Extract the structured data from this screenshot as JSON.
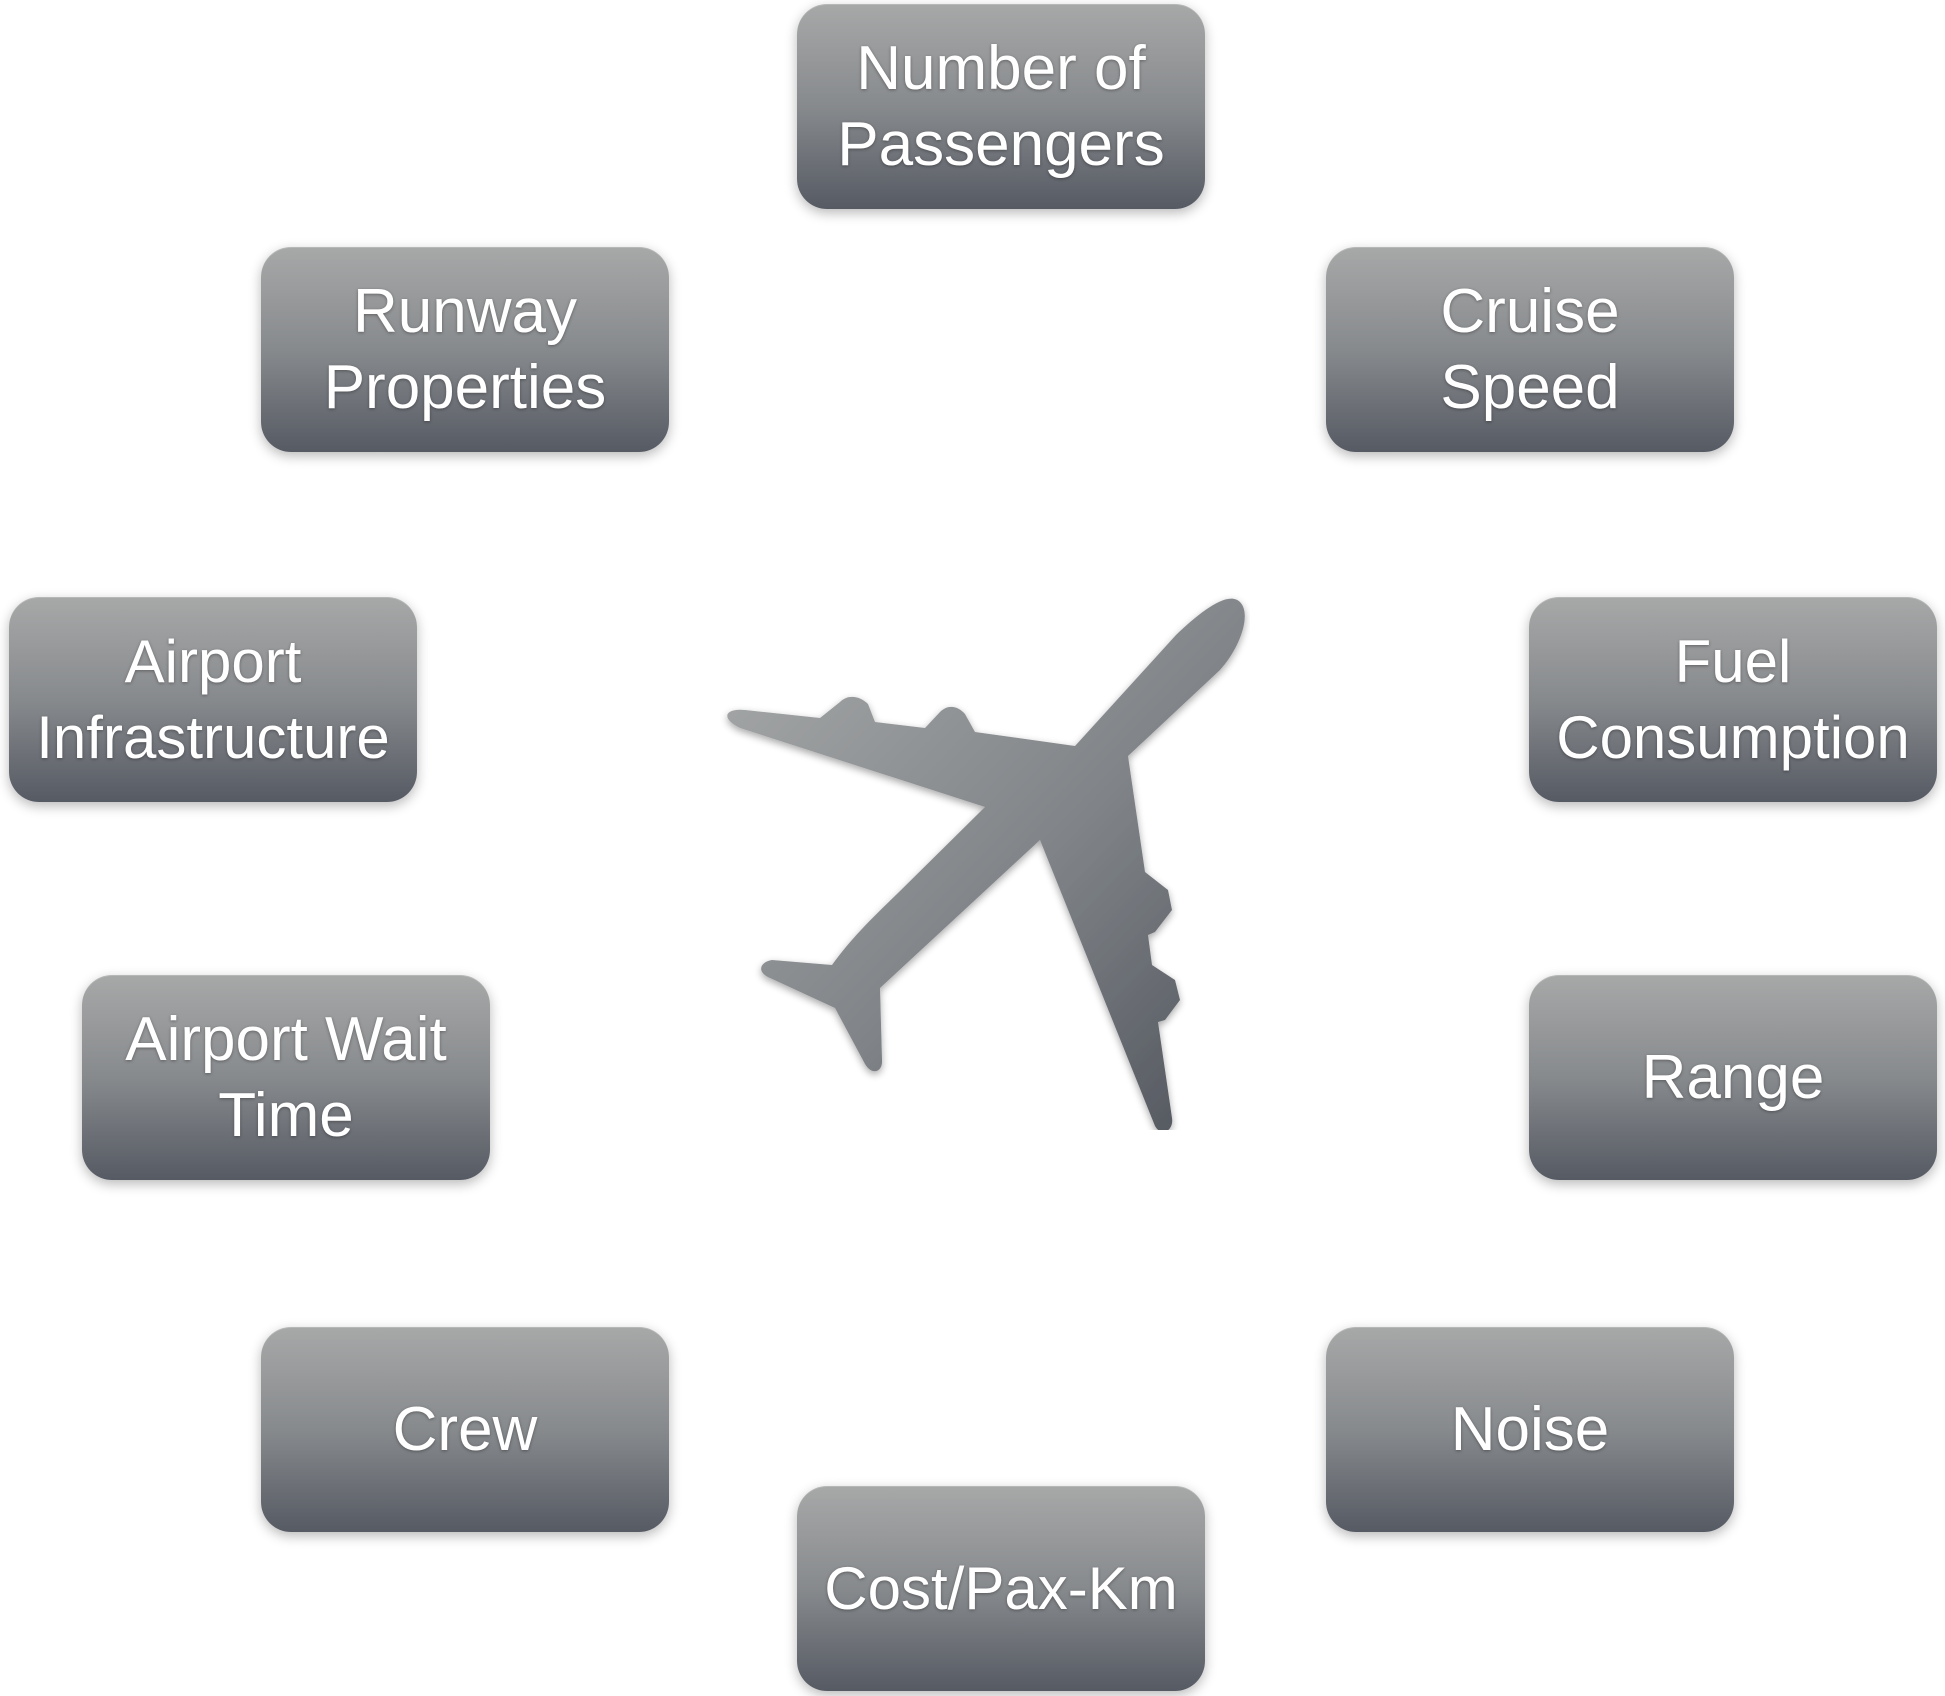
{
  "center": {
    "icon": "airplane-icon"
  },
  "nodes": [
    {
      "id": "passengers",
      "label": "Number of\nPassengers"
    },
    {
      "id": "cruise",
      "label": "Cruise\nSpeed"
    },
    {
      "id": "fuel",
      "label": "Fuel\nConsumption"
    },
    {
      "id": "range",
      "label": "Range"
    },
    {
      "id": "noise",
      "label": "Noise"
    },
    {
      "id": "cost",
      "label": "Cost/Pax-Km"
    },
    {
      "id": "crew",
      "label": "Crew"
    },
    {
      "id": "wait",
      "label": "Airport Wait\nTime"
    },
    {
      "id": "infra",
      "label": "Airport\nInfrastructure"
    },
    {
      "id": "runway",
      "label": "Runway\nProperties"
    }
  ],
  "colors": {
    "box_top": "#a7a8a8",
    "box_bottom": "#565a63",
    "label": "#ffffff",
    "airplane_light": "#a3a5a5",
    "airplane_dark": "#4f535b"
  }
}
